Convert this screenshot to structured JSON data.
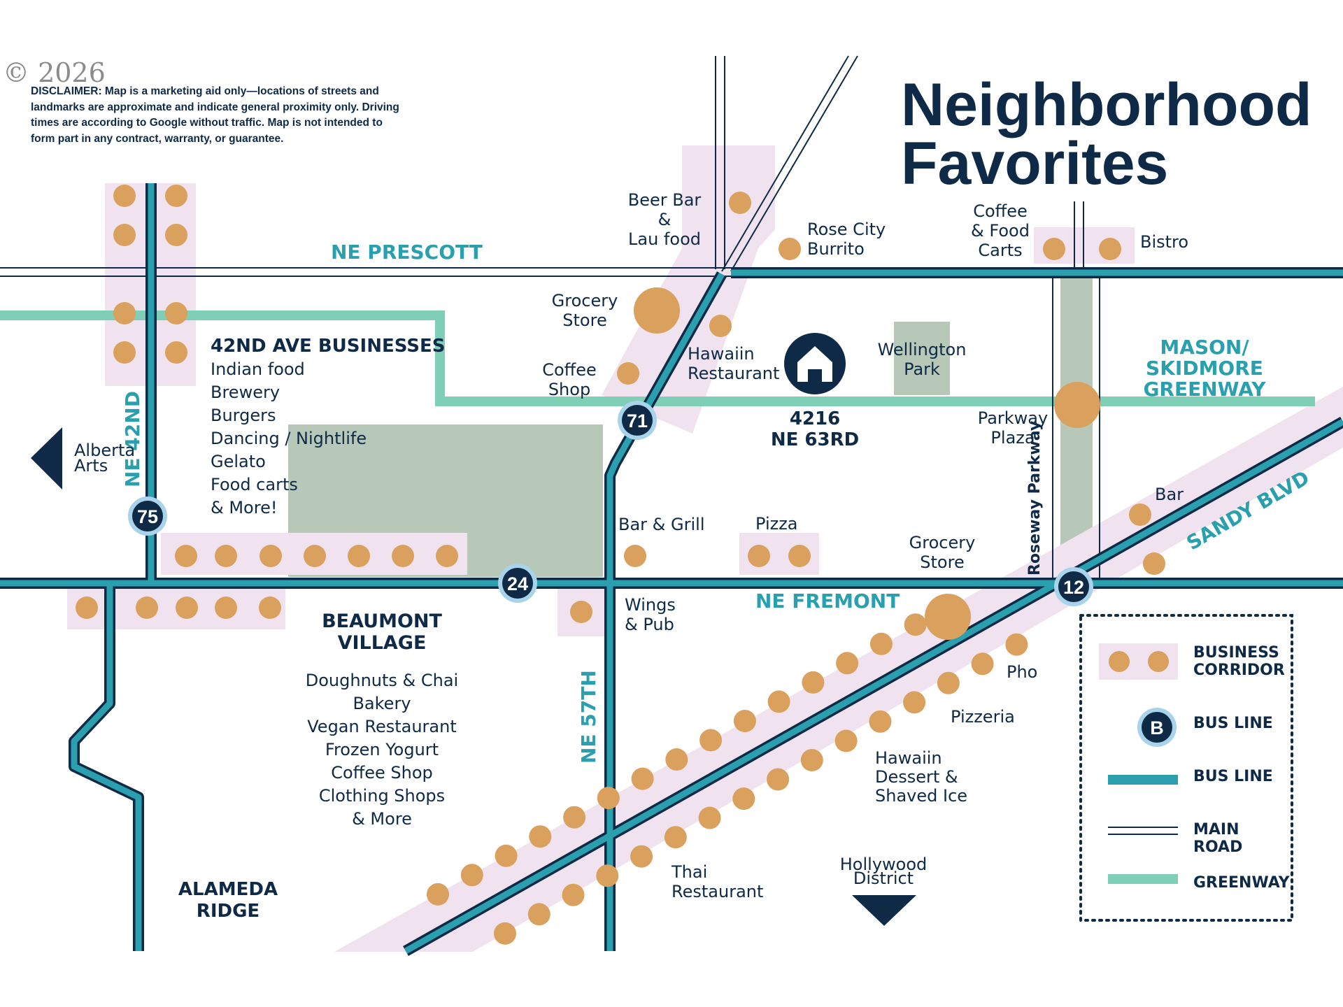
{
  "title": {
    "line1": "Neighborhood",
    "line2": "Favorites"
  },
  "copyright": "© 2026",
  "disclaimer": "DISCLAIMER:  Map is a marketing aid only—locations of streets and landmarks are approximate and indicate general proximity only. Driving times are according to Google without traffic. Map is not intended to form part in any contract, warranty, or guarantee.",
  "streets": {
    "prescott": "NE PRESCOTT",
    "fremont": "NE FREMONT",
    "ne42": "NE 42ND",
    "ne57": "NE 57TH",
    "sandy": "SANDY BLVD",
    "roseway": "Roseway Parkway",
    "greenway": [
      "MASON/",
      "SKIDMORE",
      "GREENWAY"
    ]
  },
  "bus_stops": [
    "75",
    "71",
    "24",
    "12"
  ],
  "home": {
    "line1": "4216",
    "line2": "NE 63RD"
  },
  "places": {
    "beer_bar": [
      "Beer Bar",
      "&",
      "Lau food"
    ],
    "rose_city": [
      "Rose City",
      "Burrito"
    ],
    "coffee_carts": [
      "Coffee",
      "& Food",
      "Carts"
    ],
    "bistro": "Bistro",
    "grocery_store_1": [
      "Grocery",
      "Store"
    ],
    "coffee_shop": [
      "Coffee",
      "Shop"
    ],
    "hawaiin_restaurant": [
      "Hawaiin",
      "Restaurant"
    ],
    "wellington_park": [
      "Wellington",
      "Park"
    ],
    "parkway_plaza": [
      "Parkway",
      "Plaza"
    ],
    "alberta_arts": [
      "Alberta",
      "Arts"
    ],
    "bar_grill": "Bar & Grill",
    "pizza": "Pizza",
    "grocery_store_2": [
      "Grocery",
      "Store"
    ],
    "bar": "Bar",
    "wings_pub": [
      "Wings",
      "& Pub"
    ],
    "pho": "Pho",
    "pizzeria": "Pizzeria",
    "hawaiin_dessert": [
      "Hawaiin",
      "Dessert &",
      "Shaved Ice"
    ],
    "thai_restaurant": [
      "Thai",
      "Restaurant"
    ],
    "hollywood": [
      "Hollywood",
      "District"
    ],
    "alameda": [
      "ALAMEDA",
      "RIDGE"
    ]
  },
  "districts": {
    "ave42": {
      "heading": "42ND AVE BUSINESSES",
      "items": [
        "Indian food",
        "Brewery",
        "Burgers",
        "Dancing / Nightlife",
        "Gelato",
        "Food carts",
        "& More!"
      ]
    },
    "beaumont": {
      "heading": [
        "BEAUMONT",
        "VILLAGE"
      ],
      "items": [
        "Doughnuts & Chai",
        "Bakery",
        "Vegan Restaurant",
        "Frozen Yogurt",
        "Coffee Shop",
        "Clothing Shops",
        "& More"
      ]
    }
  },
  "legend": {
    "business_corridor": [
      "BUSINESS",
      "CORRIDOR"
    ],
    "bus_marker_letter": "B",
    "bus_line_marker": "BUS LINE",
    "bus_line": "BUS LINE",
    "main_road": [
      "MAIN",
      "ROAD"
    ],
    "greenway": "GREENWAY"
  },
  "colors": {
    "navy": "#0e2a47",
    "teal": "#2a9fae",
    "greenway": "#7ecfb6",
    "corridor": "#f0e2ee",
    "dot": "#d9a05e",
    "park": "#b8c8b8"
  }
}
